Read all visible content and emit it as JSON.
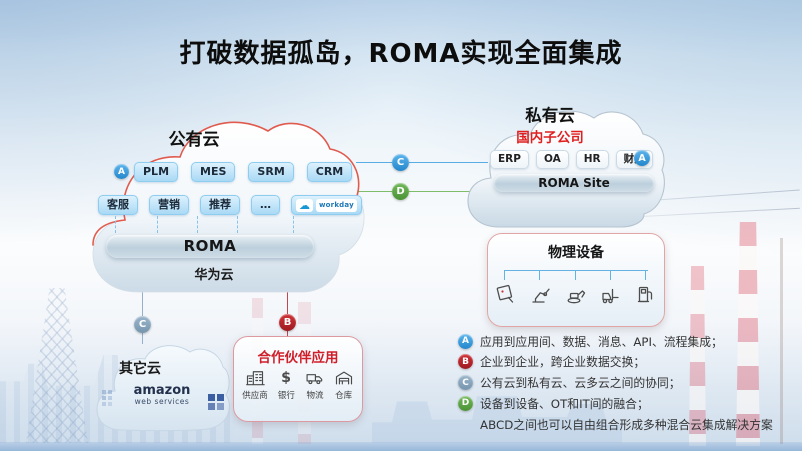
{
  "title": "打破数据孤岛，ROMA实现全面集成",
  "public_cloud": {
    "badge": "A",
    "title": "公有云",
    "row1": [
      "PLM",
      "MES",
      "SRM",
      "CRM"
    ],
    "row2": [
      "客服",
      "营销",
      "推荐",
      "…"
    ],
    "logos": {
      "salesforce": "☁",
      "workday": "workday"
    },
    "roma": "ROMA",
    "provider": "华为云"
  },
  "private_cloud": {
    "title": "私有云",
    "subtitle": "国内子公司",
    "apps": [
      "ERP",
      "OA",
      "HR",
      "财务"
    ],
    "badge": "A",
    "roma": "ROMA Site"
  },
  "connectors": {
    "public_private_app": "C",
    "public_private_device": "D",
    "other_cloud": "C",
    "partner": "B"
  },
  "other_cloud": {
    "title": "其它云",
    "logo_line1": "amazon",
    "logo_line2": "web services"
  },
  "partner_box": {
    "title": "合作伙伴应用",
    "items": [
      {
        "icon": "building-icon",
        "label": "供应商"
      },
      {
        "icon": "dollar-icon",
        "label": "银行"
      },
      {
        "icon": "truck-icon",
        "label": "物流"
      },
      {
        "icon": "warehouse-icon",
        "label": "仓库"
      }
    ]
  },
  "devices_box": {
    "title": "物理设备",
    "icons": [
      "camera-icon",
      "robot-arm-icon",
      "excavator-icon",
      "forklift-icon",
      "fuel-pump-icon"
    ]
  },
  "legend": {
    "items": [
      {
        "badge": "A",
        "color": "#43a4e6",
        "text": "应用到应用间、数据、消息、API、流程集成；"
      },
      {
        "badge": "B",
        "color": "#b2262b",
        "text": "企业到企业，跨企业数据交换；"
      },
      {
        "badge": "C",
        "color": "#8da9c0",
        "text": "公有云到私有云、云多云之间的协同；"
      },
      {
        "badge": "D",
        "color": "#5fa84d",
        "text": "设备到设备、OT和IT间的融合；"
      }
    ],
    "footnote": "ABCD之间也可以自由组合形成多种混合云集成解决方案"
  },
  "colors": {
    "accent_red": "#cf1f2a",
    "cloud_outline_red": "#e04a3c",
    "line_blue": "#58ade4",
    "line_green": "#7fbd68",
    "badge_blue": "#2f9be0",
    "badge_green": "#55a53f",
    "badge_red": "#bf2328",
    "badge_steel": "#7fa0ba"
  }
}
